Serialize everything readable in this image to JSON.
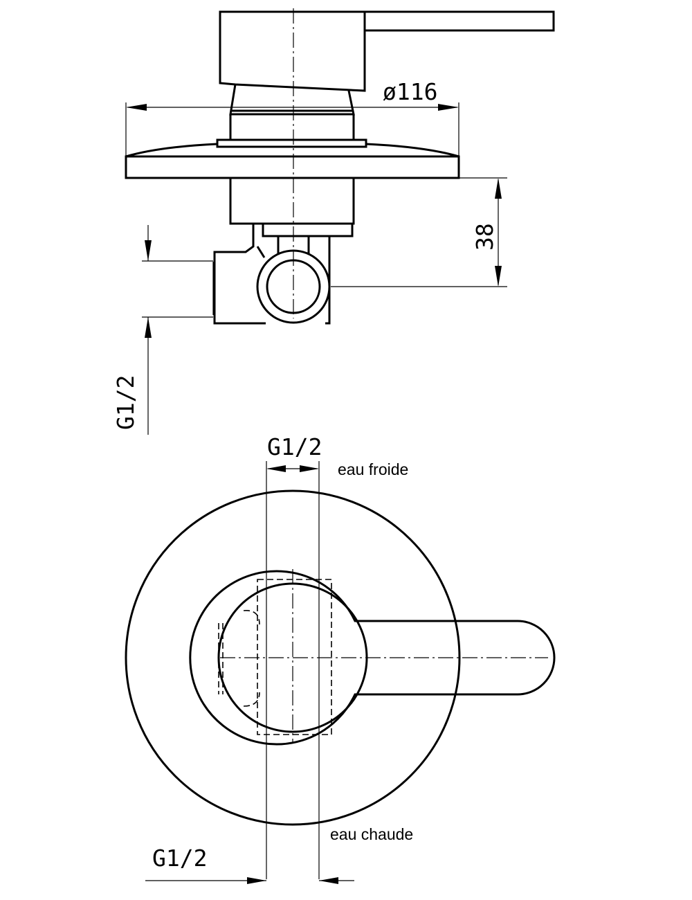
{
  "dimensions": {
    "diameter": "ø116",
    "depth": "38",
    "side_inlet": "G1/2",
    "top_inlet": "G1/2",
    "bottom_inlet": "G1/2"
  },
  "notes": {
    "cold": "eau froide",
    "hot": "eau chaude"
  }
}
